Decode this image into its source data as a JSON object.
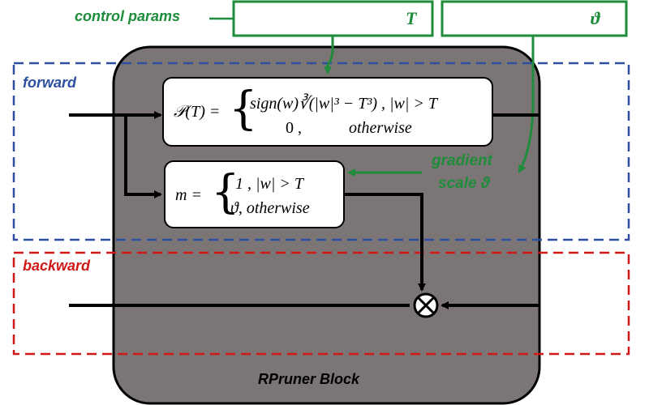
{
  "labels": {
    "control_params": "control params",
    "forward": "forward",
    "backward": "backward",
    "gradient": "gradient",
    "scale": "scale ϑ",
    "param_T": "T",
    "param_theta": "ϑ",
    "block_title": "RPruner Block"
  },
  "formula_p": {
    "lhs": "𝒫(T) =",
    "line1": "sign(w)∛(|w|³ − T³) , |w| > T",
    "line2_a": "0 ,",
    "line2_b": "otherwise"
  },
  "formula_m": {
    "lhs": "m =",
    "line1": "1 , |w| > T",
    "line2": "ϑ, otherwise"
  },
  "colors": {
    "green": "#1e8c3a",
    "blue": "#2e4fa0",
    "red": "#d01818",
    "block_fill": "#7b7675"
  }
}
